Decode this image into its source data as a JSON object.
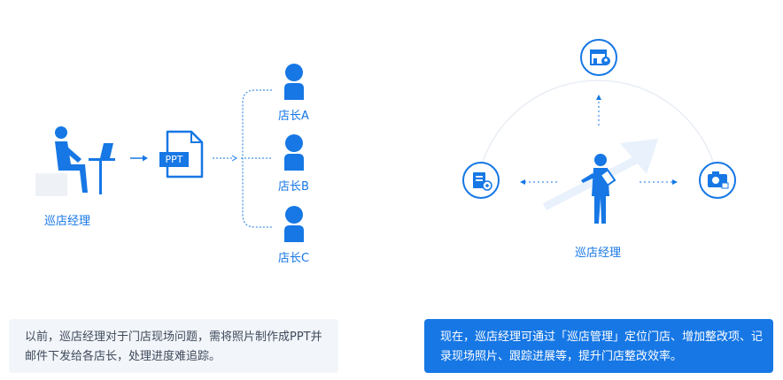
{
  "left_panel": {
    "manager_label": "巡店经理",
    "file_label": "PPT",
    "store_managers": [
      "店长A",
      "店长B",
      "店长C"
    ],
    "caption": "以前，巡店经理对于门店现场问题，需将照片制作成PPT并邮件下发给各店长，处理进度难追踪。"
  },
  "right_panel": {
    "manager_label": "巡店经理",
    "caption": "现在，巡店经理可通过「巡店管理」定位门店、增加整改项、记录现场照片、跟踪进展等，提升门店整改效率。"
  },
  "colors": {
    "primary": "#1677e5",
    "caption_bg": "#f2f5f9",
    "caption_text": "#3f4a5c"
  }
}
